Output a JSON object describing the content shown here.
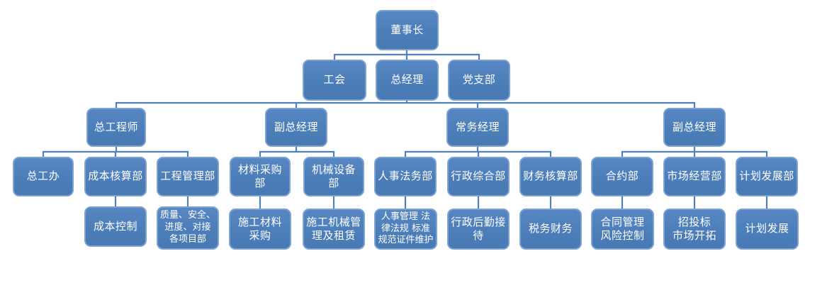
{
  "diagram": {
    "type": "org-chart",
    "language": "zh-CN",
    "colors": {
      "node_fill": "#4E80BC",
      "node_border": "#7EA3D1",
      "node_text": "#FFFFFF",
      "connector": "#4F81BD",
      "background": "#FFFFFF"
    },
    "nodes": {
      "chairman": {
        "label": "董事长",
        "parent": null,
        "level": 1
      },
      "labor_union": {
        "label": "工会",
        "parent": "chairman",
        "level": 2
      },
      "general_manager": {
        "label": "总经理",
        "parent": "chairman",
        "level": 2
      },
      "party_branch": {
        "label": "党支部",
        "parent": "chairman",
        "level": 2
      },
      "chief_engineer": {
        "label": "总工程师",
        "parent": "general_manager",
        "level": 3
      },
      "deputy_gm_left": {
        "label": "副总经理",
        "parent": "general_manager",
        "level": 3
      },
      "executive_manager": {
        "label": "常务经理",
        "parent": "general_manager",
        "level": 3
      },
      "deputy_gm_right": {
        "label": "副总经理",
        "parent": "general_manager",
        "level": 3
      },
      "chief_engineer_office": {
        "label": "总工办",
        "parent": "chief_engineer",
        "level": 4
      },
      "cost_accounting_dept": {
        "label": "成本核算部",
        "parent": "chief_engineer",
        "level": 4
      },
      "engineering_mgmt_dept": {
        "label": "工程管理部",
        "parent": "chief_engineer",
        "level": 4
      },
      "material_procurement_dept": {
        "label": "材料采购部",
        "parent": "deputy_gm_left",
        "level": 4
      },
      "machinery_equipment_dept": {
        "label": "机械设备部",
        "parent": "deputy_gm_left",
        "level": 4
      },
      "hr_legal_dept": {
        "label": "人事法务部",
        "parent": "executive_manager",
        "level": 4
      },
      "admin_general_dept": {
        "label": "行政综合部",
        "parent": "executive_manager",
        "level": 4
      },
      "finance_accounting_dept": {
        "label": "财务核算部",
        "parent": "executive_manager",
        "level": 4
      },
      "contract_dept": {
        "label": "合约部",
        "parent": "deputy_gm_right",
        "level": 4
      },
      "market_operation_dept": {
        "label": "市场经营部",
        "parent": "deputy_gm_right",
        "level": 4
      },
      "planning_dev_dept": {
        "label": "计划发展部",
        "parent": "deputy_gm_right",
        "level": 4
      },
      "cost_control": {
        "label": "成本控制",
        "parent": "cost_accounting_dept",
        "level": 5
      },
      "quality_safety_projects": {
        "label": "质量、安全、\n进度、对接\n各项目部",
        "parent": "engineering_mgmt_dept",
        "level": 5
      },
      "construction_material_procurement": {
        "label": "施工材料\n采购",
        "parent": "material_procurement_dept",
        "level": 5
      },
      "construction_machinery_rental": {
        "label": "施工机械管\n理及租赁",
        "parent": "machinery_equipment_dept",
        "level": 5
      },
      "hr_legal_certificates": {
        "label": "人事管理 法\n律法规 标准\n规范证件维护",
        "parent": "hr_legal_dept",
        "level": 5
      },
      "admin_logistics_reception": {
        "label": "行政后勤接\n待",
        "parent": "admin_general_dept",
        "level": 5
      },
      "tax_finance": {
        "label": "税务财务",
        "parent": "finance_accounting_dept",
        "level": 5
      },
      "contract_mgmt_risk": {
        "label": "合同管理\n风险控制",
        "parent": "contract_dept",
        "level": 5
      },
      "bidding_market_expansion": {
        "label": "招投标\n市场开拓",
        "parent": "market_operation_dept",
        "level": 5
      },
      "planning_development": {
        "label": "计划发展",
        "parent": "planning_dev_dept",
        "level": 5
      }
    }
  }
}
